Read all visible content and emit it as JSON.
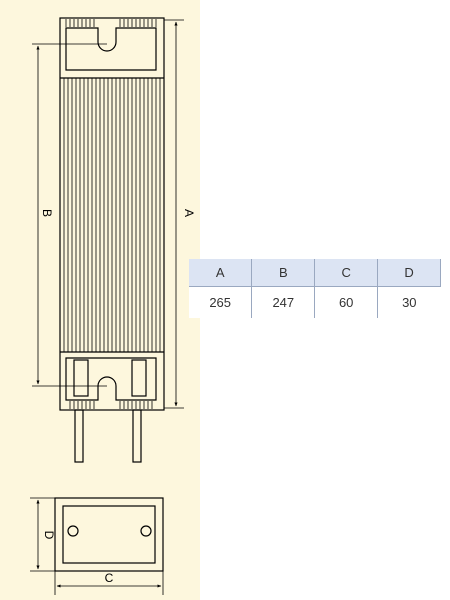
{
  "drawing": {
    "labels": {
      "A": "A",
      "B": "B",
      "C": "C",
      "D": "D"
    }
  },
  "table": {
    "headers": [
      "A",
      "B",
      "C",
      "D"
    ],
    "values": [
      "265",
      "247",
      "60",
      "30"
    ]
  },
  "colors": {
    "panel_background": "#fdf7dd",
    "table_header_background": "#dce4f3",
    "table_border": "#9aa8c0",
    "line": "#000000"
  }
}
